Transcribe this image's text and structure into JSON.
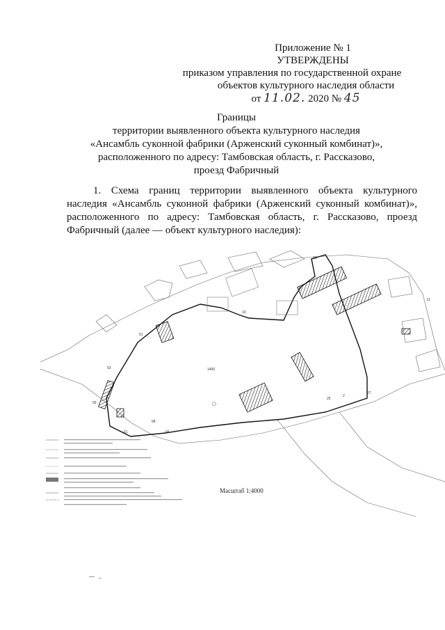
{
  "approval": {
    "line1": "Приложение № 1",
    "line2": "УТВЕРЖДЕНЫ",
    "line3": "приказом управления по государственной охране",
    "line4": "объектов культурного наследия области",
    "date_prefix": "от",
    "date_handwritten": "11.02.",
    "year": "2020",
    "number_sign": "№",
    "number_handwritten": "45"
  },
  "title": {
    "line1": "Границы",
    "line2": "территории выявленного объекта культурного наследия",
    "line3": "«Ансамбль суконной фабрики (Арженский суконный комбинат)»,",
    "line4": "расположенного по адресу: Тамбовская область, г. Рассказово,",
    "line5": "проезд Фабричный"
  },
  "paragraph": {
    "line1": "1. Схема границ территории выявленного объекта культурного",
    "line2": "наследия «Ансамбль суконной фабрики (Арженский суконный комбинат)»,",
    "line3": "расположенного по адресу: Тамбовская область, г. Рассказово, проезд",
    "line4": "Фабричный (далее — объект культурного наследия):"
  },
  "scheme": {
    "scale_label": "Масштаб 1:4000"
  }
}
